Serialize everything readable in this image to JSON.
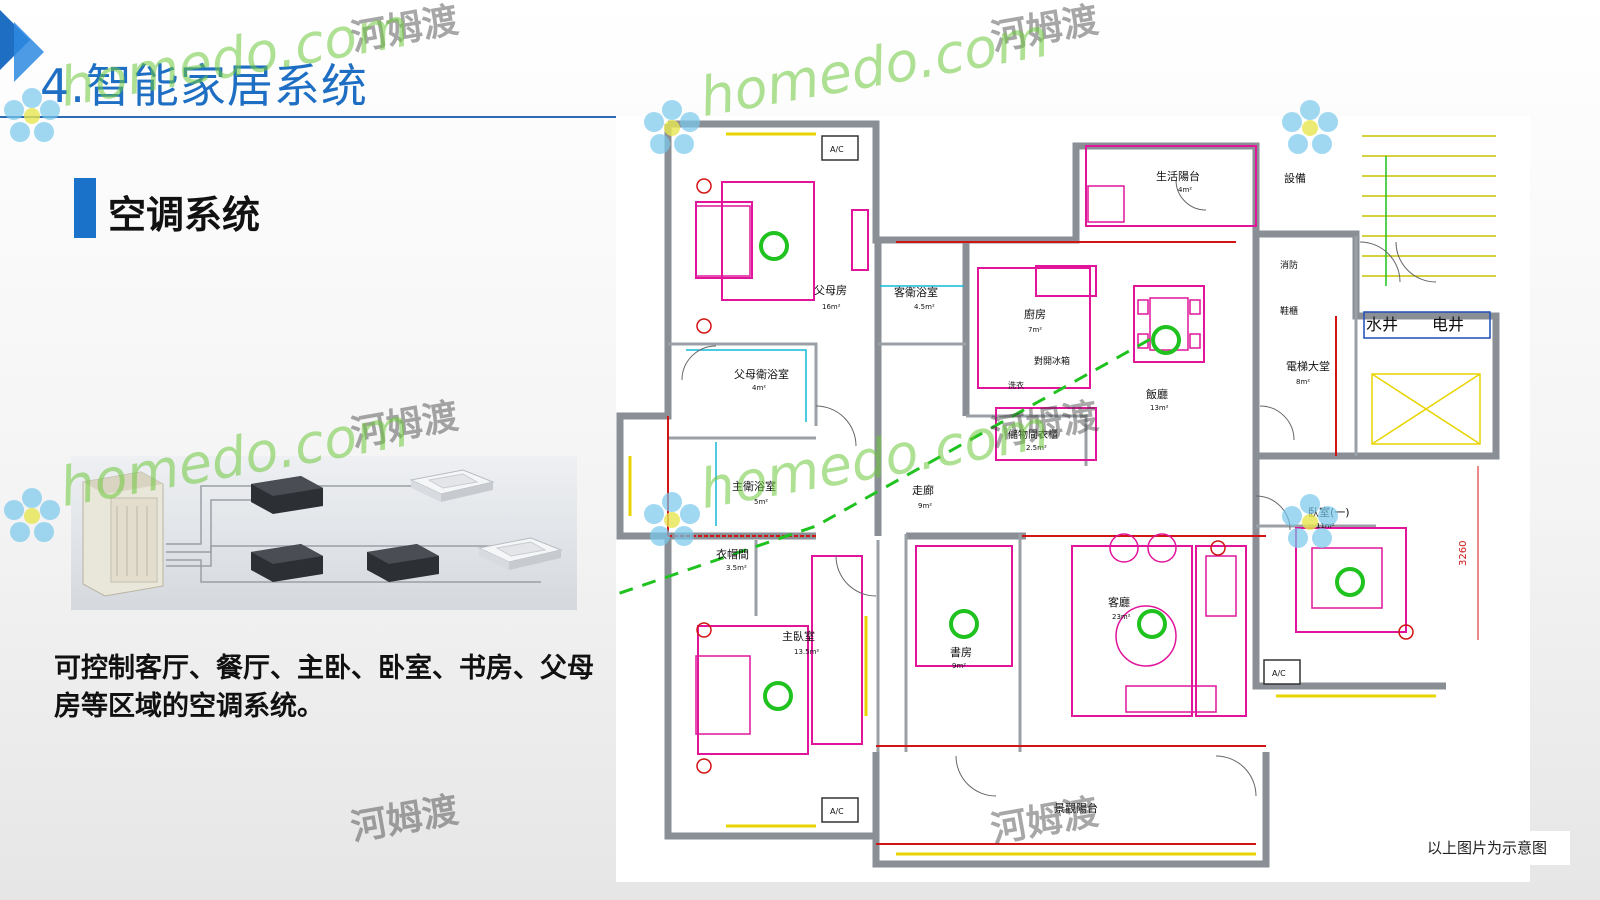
{
  "slide": {
    "title": "4.智能家居系统",
    "section_title": "空调系统",
    "description": "可控制客厅、餐厅、主卧、卧室、书房、父母房等区域的空调系统。",
    "caption": "以上图片为示意图"
  },
  "floorplan": {
    "rooms": [
      {
        "name": "父母房",
        "area": "16m²"
      },
      {
        "name": "客衛浴室",
        "area": "4.5m²"
      },
      {
        "name": "父母衛浴室",
        "area": "4m²"
      },
      {
        "name": "主衛浴室",
        "area": "5m²"
      },
      {
        "name": "廚房",
        "area": "7m²"
      },
      {
        "name": "飯廳",
        "area": "13m²"
      },
      {
        "name": "生活陽台",
        "area": "4m²"
      },
      {
        "name": "電梯大堂",
        "area": "8m²"
      },
      {
        "name": "走廊",
        "area": "9m²"
      },
      {
        "name": "衣帽間",
        "area": "3.5m²"
      },
      {
        "name": "主臥室",
        "area": "13.5m²"
      },
      {
        "name": "書房",
        "area": "9m²"
      },
      {
        "name": "客廳",
        "area": "23m²"
      },
      {
        "name": "臥室(一)",
        "area": "11m²"
      },
      {
        "name": "景觀陽台",
        "area": ""
      }
    ],
    "labels": {
      "equipment": "設備",
      "fire": "消防",
      "shoe_cabinet": "鞋櫃",
      "water_shaft": "水井",
      "electric_shaft": "电井",
      "fridge": "對開冰箱",
      "washer": "洗衣",
      "storage": "儲物間衣櫃",
      "storage_area": "2.5m²",
      "dimension": "3260",
      "ac_tag": "A/C"
    }
  },
  "watermark": {
    "brand": "homedo.com",
    "cn": "河姆渡"
  },
  "colors": {
    "title_blue": "#1e6fc4",
    "section_bar": "#1a73c9",
    "wall": "#8a8f96",
    "magenta": "#e0159a",
    "red": "#d11414",
    "green": "#1fc21f",
    "brand_green": "#6ec83c"
  }
}
